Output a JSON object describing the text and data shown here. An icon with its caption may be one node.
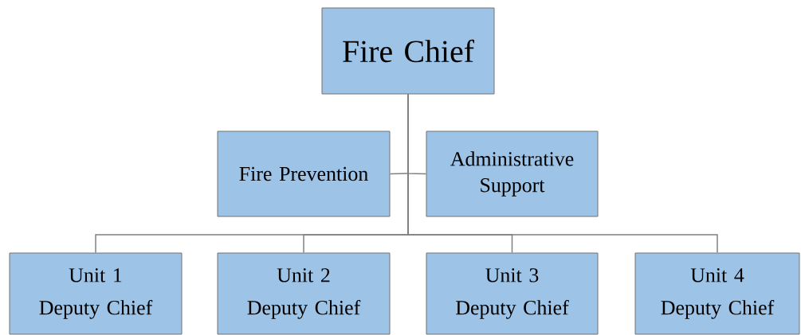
{
  "diagram": {
    "nodes": [
      {
        "text": [
          "Fire Chief"
        ]
      },
      {
        "text": [
          "Fire Prevention"
        ]
      },
      {
        "text": [
          "Administrative Support"
        ]
      },
      {
        "text": [
          "Unit 1",
          "Deputy Chief"
        ]
      },
      {
        "text": [
          "Unit 2",
          "Deputy Chief"
        ]
      },
      {
        "text": [
          "Unit 3",
          "Deputy Chief"
        ]
      },
      {
        "text": [
          "Unit 4",
          "Deputy Chief"
        ]
      }
    ],
    "edges": [
      {
        "from": 0,
        "to": 1,
        "arrow": "none"
      },
      {
        "from": 0,
        "to": 2,
        "arrow": "none"
      },
      {
        "from": 0,
        "to": 3,
        "arrow": "none"
      },
      {
        "from": 0,
        "to": 4,
        "arrow": "none"
      },
      {
        "from": 0,
        "to": 5,
        "arrow": "none"
      },
      {
        "from": 0,
        "to": 6,
        "arrow": "none"
      }
    ]
  }
}
